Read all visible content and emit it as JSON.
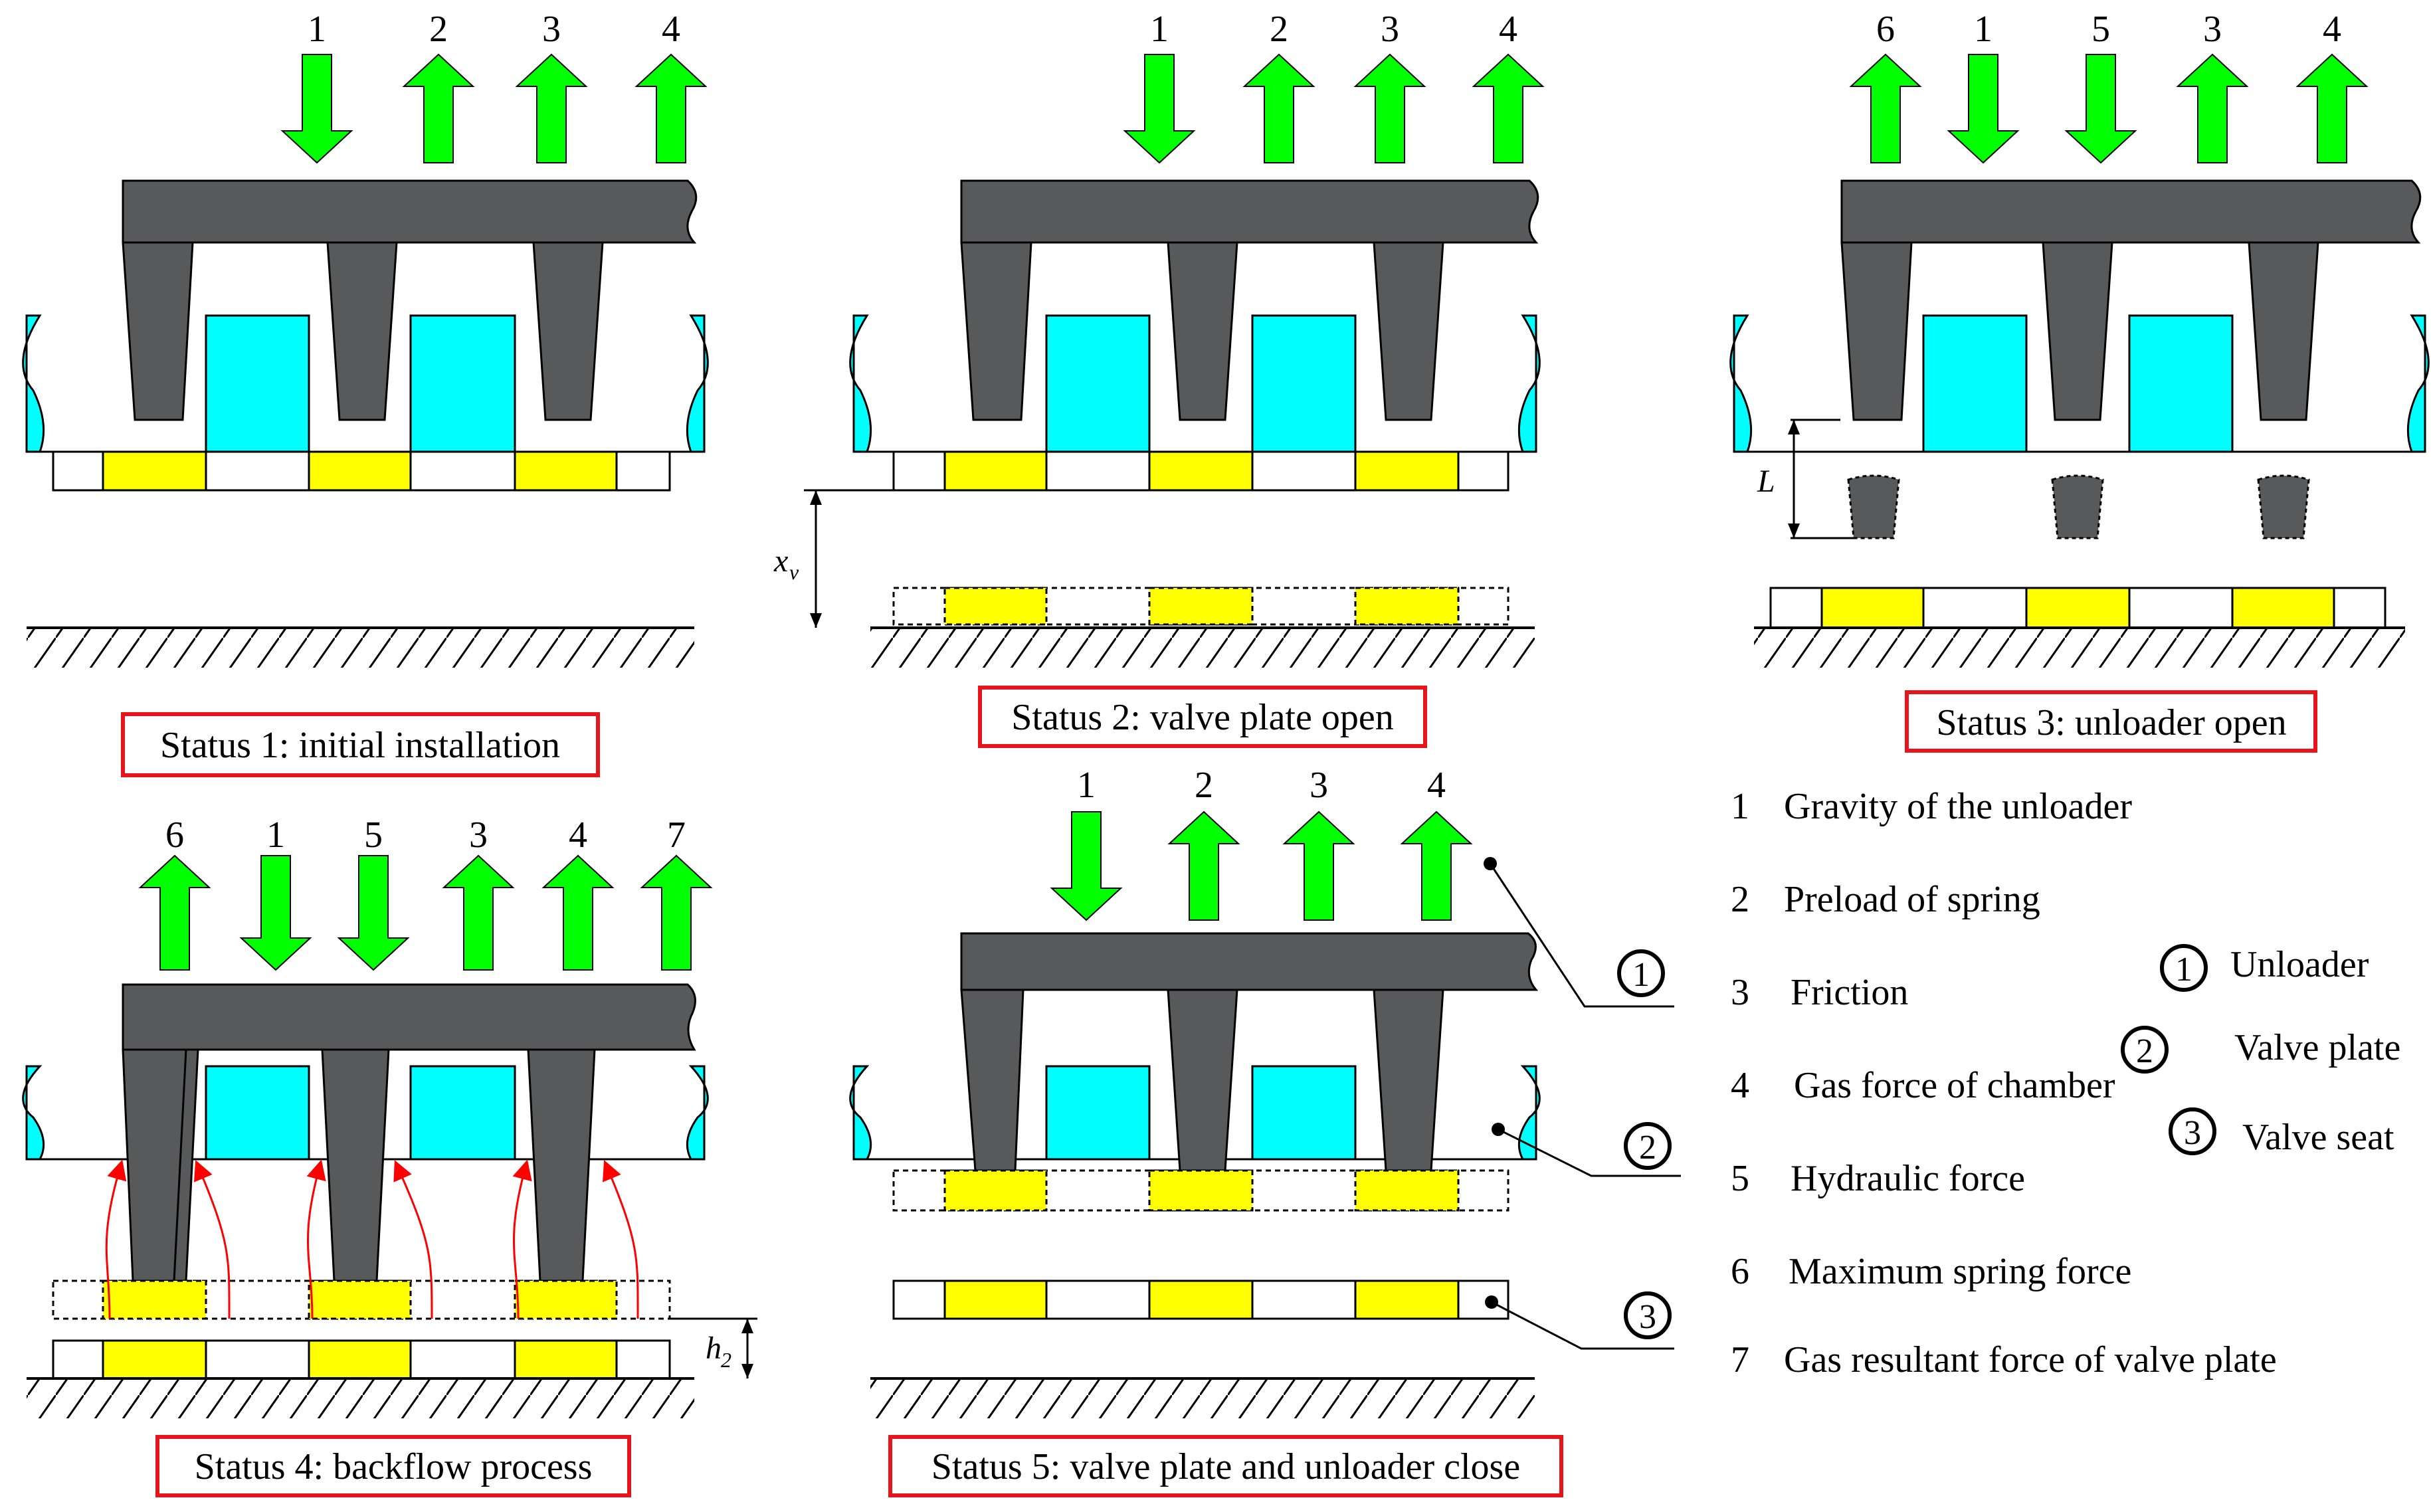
{
  "panels": {
    "s1": {
      "caption": "Status 1: initial installation",
      "arrow_labels": [
        "1",
        "2",
        "3",
        "4"
      ]
    },
    "s2": {
      "caption": "Status 2: valve plate open",
      "arrow_labels": [
        "1",
        "2",
        "3",
        "4"
      ],
      "dim_label": "x",
      "dim_sub": "v"
    },
    "s3": {
      "caption": "Status 3: unloader open",
      "arrow_labels": [
        "6",
        "1",
        "5",
        "3",
        "4"
      ],
      "dim_label": "L"
    },
    "s4": {
      "caption": "Status 4: backflow process",
      "arrow_labels": [
        "6",
        "1",
        "5",
        "3",
        "4",
        "7"
      ],
      "dim_label": "h",
      "dim_sub": "2"
    },
    "s5": {
      "caption": "Status 5: valve plate and unloader close",
      "arrow_labels": [
        "1",
        "2",
        "3",
        "4"
      ],
      "callouts": [
        "1",
        "2",
        "3"
      ]
    }
  },
  "force_legend": [
    {
      "num": "1",
      "text": "Gravity of the unloader"
    },
    {
      "num": "2",
      "text": "Preload of  spring"
    },
    {
      "num": "3",
      "text": "Friction"
    },
    {
      "num": "4",
      "text": "Gas force of chamber"
    },
    {
      "num": "5",
      "text": "Hydraulic  force"
    },
    {
      "num": "6",
      "text": "Maximum spring force"
    },
    {
      "num": "7",
      "text": "Gas resultant force of valve plate"
    }
  ],
  "part_legend": [
    {
      "num": "1",
      "text": "Unloader"
    },
    {
      "num": "2",
      "text": "Valve plate"
    },
    {
      "num": "3",
      "text": "Valve seat"
    }
  ],
  "colors": {
    "unloader": "#58595b",
    "seat": "#00ffff",
    "plate_insert": "#ffff00",
    "arrow": "#00ff00",
    "caption_border": "#e8141b",
    "backflow": "#ff0000",
    "line": "#000000"
  }
}
